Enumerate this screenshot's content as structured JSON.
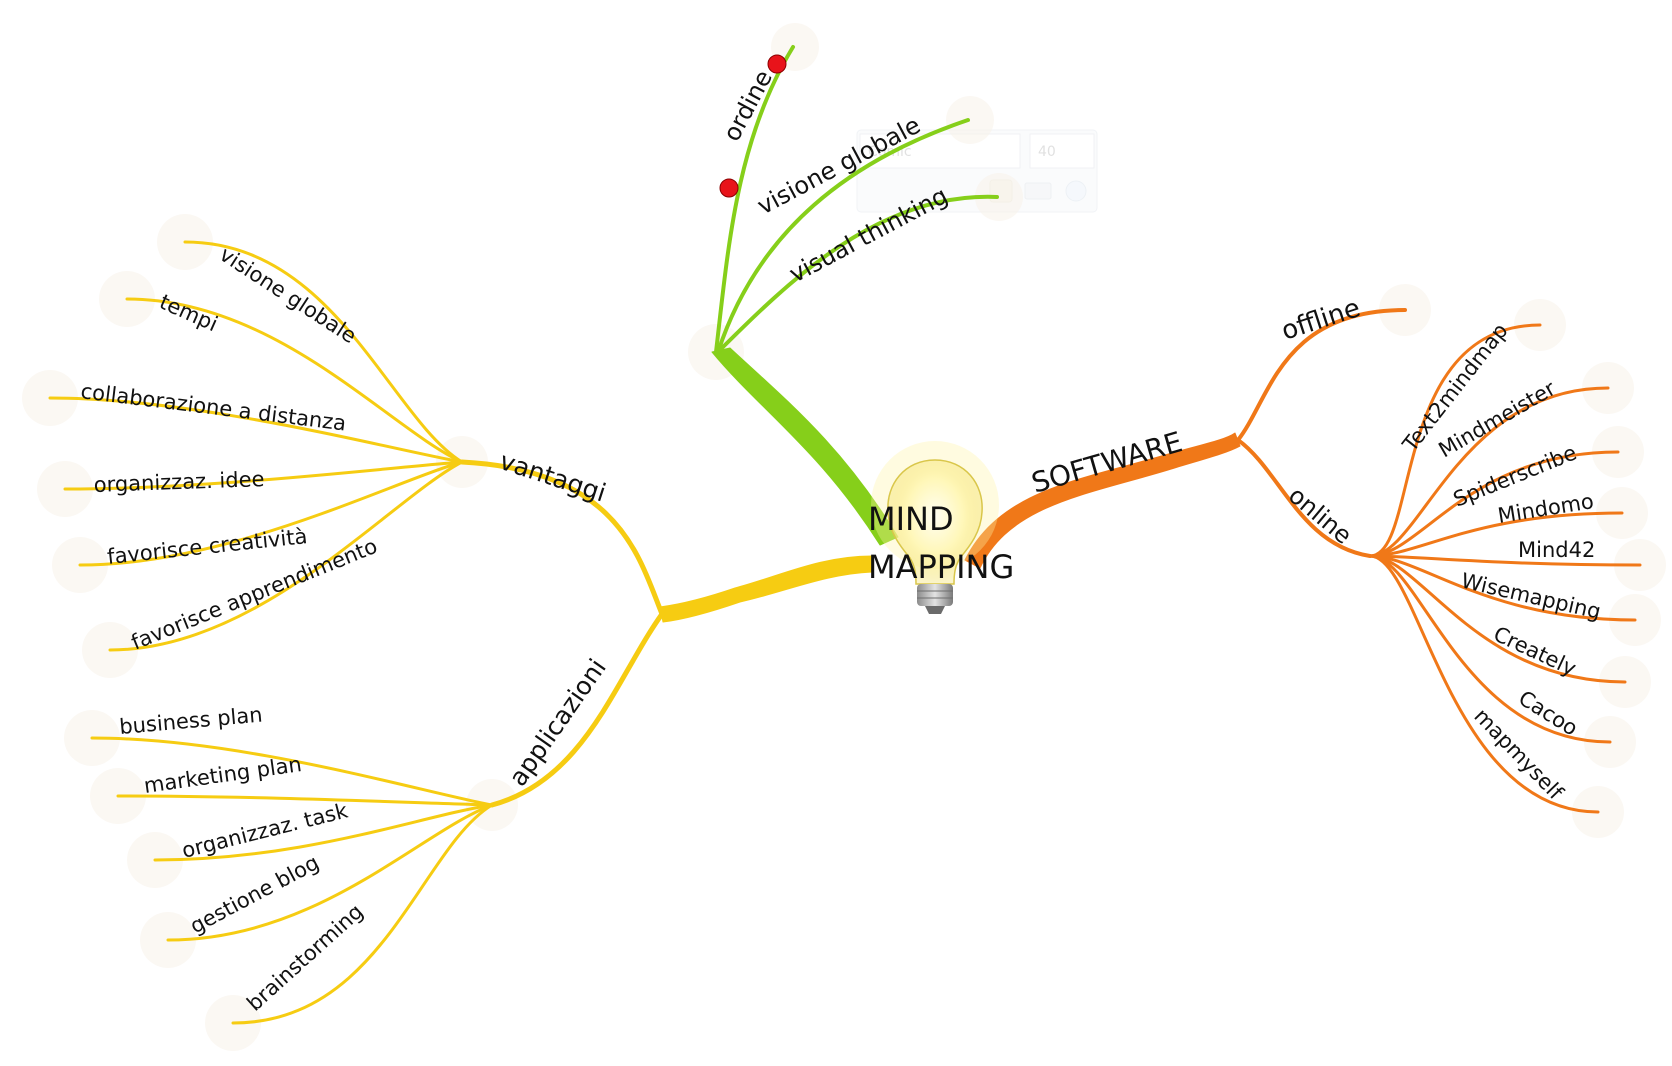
{
  "center": {
    "line1": "MIND",
    "line2": "MAPPING",
    "icon": "lightbulb-icon"
  },
  "colors": {
    "green": "#86cf1a",
    "orange": "#f07818",
    "yellow": "#f6cc12",
    "marker": "#e8131a"
  },
  "ghost_toolbar": {
    "font_select": "Comic",
    "size_select": "40"
  },
  "branches": {
    "green": {
      "children": [
        "ordine",
        "visione globale",
        "visual thinking"
      ]
    },
    "software": {
      "label": "SOFTWARE",
      "offline": "offline",
      "online": {
        "label": "online",
        "items": [
          "Text2mindmap",
          "Mindmeister",
          "Spiderscribe",
          "Mindomo",
          "Mind42",
          "Wisemapping",
          "Creately",
          "Cacoo",
          "mapmyself"
        ]
      }
    },
    "vantaggi": {
      "label": "vantaggi",
      "items": [
        "visione globale",
        "tempi",
        "collaborazione a distanza",
        "organizzaz. idee",
        "favorisce creatività",
        "favorisce apprendimento"
      ]
    },
    "applicazioni": {
      "label": "applicazioni",
      "items": [
        "business plan",
        "marketing plan",
        "organizzaz. task",
        "gestione blog",
        "brainstorming"
      ]
    }
  }
}
